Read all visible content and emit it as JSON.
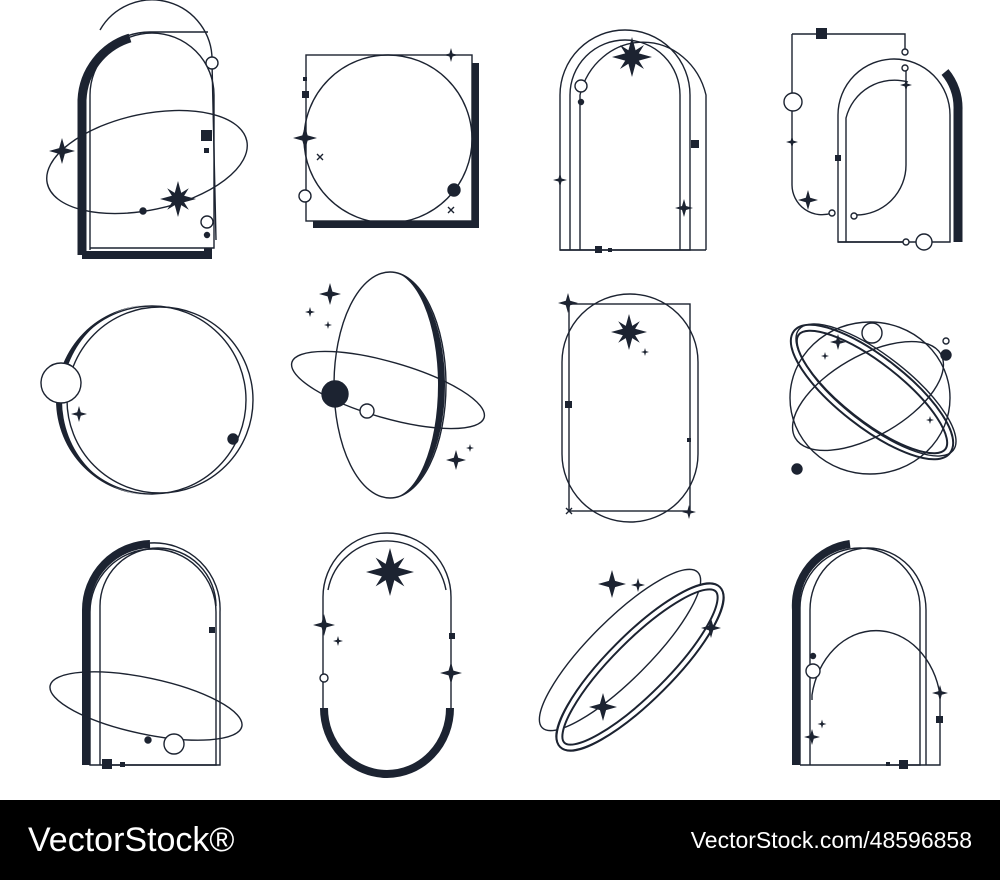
{
  "footer": {
    "brand": "VectorStock®",
    "id_text": "VectorStock.com/48596858"
  },
  "colors": {
    "ink": "#1c2331",
    "background": "#ffffff",
    "footer_bg": "#000000",
    "footer_text": "#ffffff"
  },
  "frames": [
    {
      "name": "arch-with-orbit",
      "icons": [
        "sparkle-icon",
        "star-icon",
        "circle-icon"
      ]
    },
    {
      "name": "square-circle",
      "icons": [
        "sparkle-icon",
        "star-icon",
        "cross-icon"
      ]
    },
    {
      "name": "triple-arch",
      "icons": [
        "star-icon",
        "sparkle-icon"
      ]
    },
    {
      "name": "offset-arch-path",
      "icons": [
        "sparkle-icon",
        "circle-icon"
      ]
    },
    {
      "name": "crescent-circle",
      "icons": [
        "sparkle-icon",
        "circle-icon"
      ]
    },
    {
      "name": "vertical-ellipse-orbit",
      "icons": [
        "sparkle-icon",
        "planet-icon"
      ]
    },
    {
      "name": "rect-capsule",
      "icons": [
        "star-icon",
        "sparkle-icon"
      ]
    },
    {
      "name": "tilted-orbit-rings",
      "icons": [
        "sparkle-icon",
        "circle-icon"
      ]
    },
    {
      "name": "arch-with-ellipse",
      "icons": [
        "circle-icon"
      ]
    },
    {
      "name": "capsule-star",
      "icons": [
        "star-icon",
        "sparkle-icon"
      ]
    },
    {
      "name": "diagonal-rings",
      "icons": [
        "sparkle-icon"
      ]
    },
    {
      "name": "arch-inner-arc",
      "icons": [
        "sparkle-icon",
        "circle-icon"
      ]
    }
  ]
}
